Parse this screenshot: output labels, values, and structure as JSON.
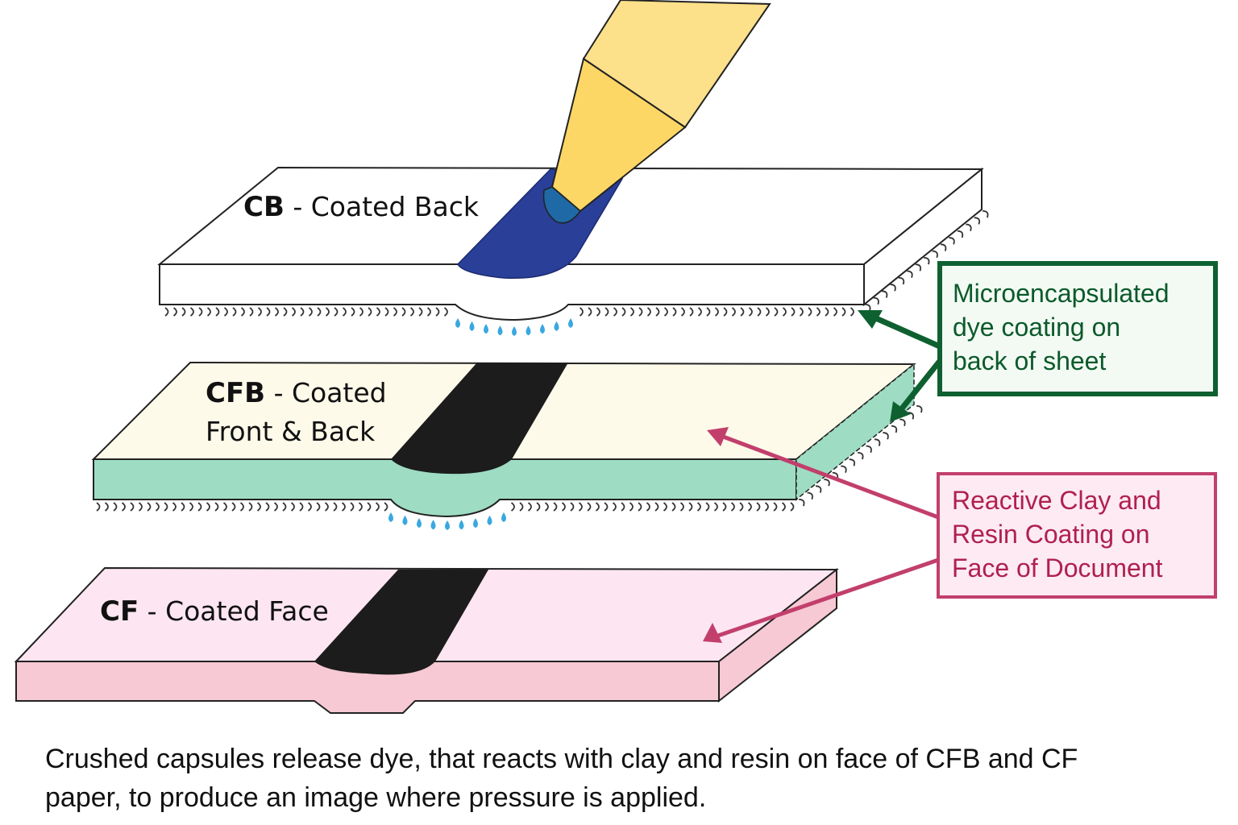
{
  "diagram": {
    "title": "Carbonless copy paper layers",
    "sheets": [
      {
        "id": "cb",
        "abbr": "CB",
        "label": " - Coated Back",
        "colors": {
          "top": "#ffffff",
          "side": "#ffffff"
        }
      },
      {
        "id": "cfb",
        "abbr": "CFB",
        "label": " - Coated",
        "label_line2": "Front & Back",
        "colors": {
          "top": "#fdfaea",
          "side": "#9edcc4"
        }
      },
      {
        "id": "cf",
        "abbr": "CF",
        "label": " - Coated Face",
        "colors": {
          "top": "#fde6f1",
          "side": "#f6c9d4"
        }
      }
    ],
    "callouts": [
      {
        "id": "microencapsulated",
        "lines": [
          "Microencapsulated",
          "dye coating on",
          "back of sheet"
        ],
        "border_color": "#0f6030",
        "fill_color": "#f3faf4",
        "text_color": "#0b5a2a"
      },
      {
        "id": "reactive-clay",
        "lines": [
          "Reactive Clay and",
          "Resin Coating on",
          "Face of Document"
        ],
        "border_color": "#c23f6c",
        "fill_color": "#fdeaf3",
        "text_color": "#b0204f"
      }
    ],
    "pen_colors": {
      "barrel": "#fde08a",
      "cone": "#fdd765",
      "ink": "#2a3f98",
      "tip": "#1f6aa6"
    },
    "mark_color": "#1c1c1c",
    "droplet_color": "#3aa8e0"
  },
  "caption": {
    "line1": "Crushed capsules release dye, that reacts with clay and resin on face of CFB and CF",
    "line2": "paper, to produce an image where pressure is applied."
  }
}
